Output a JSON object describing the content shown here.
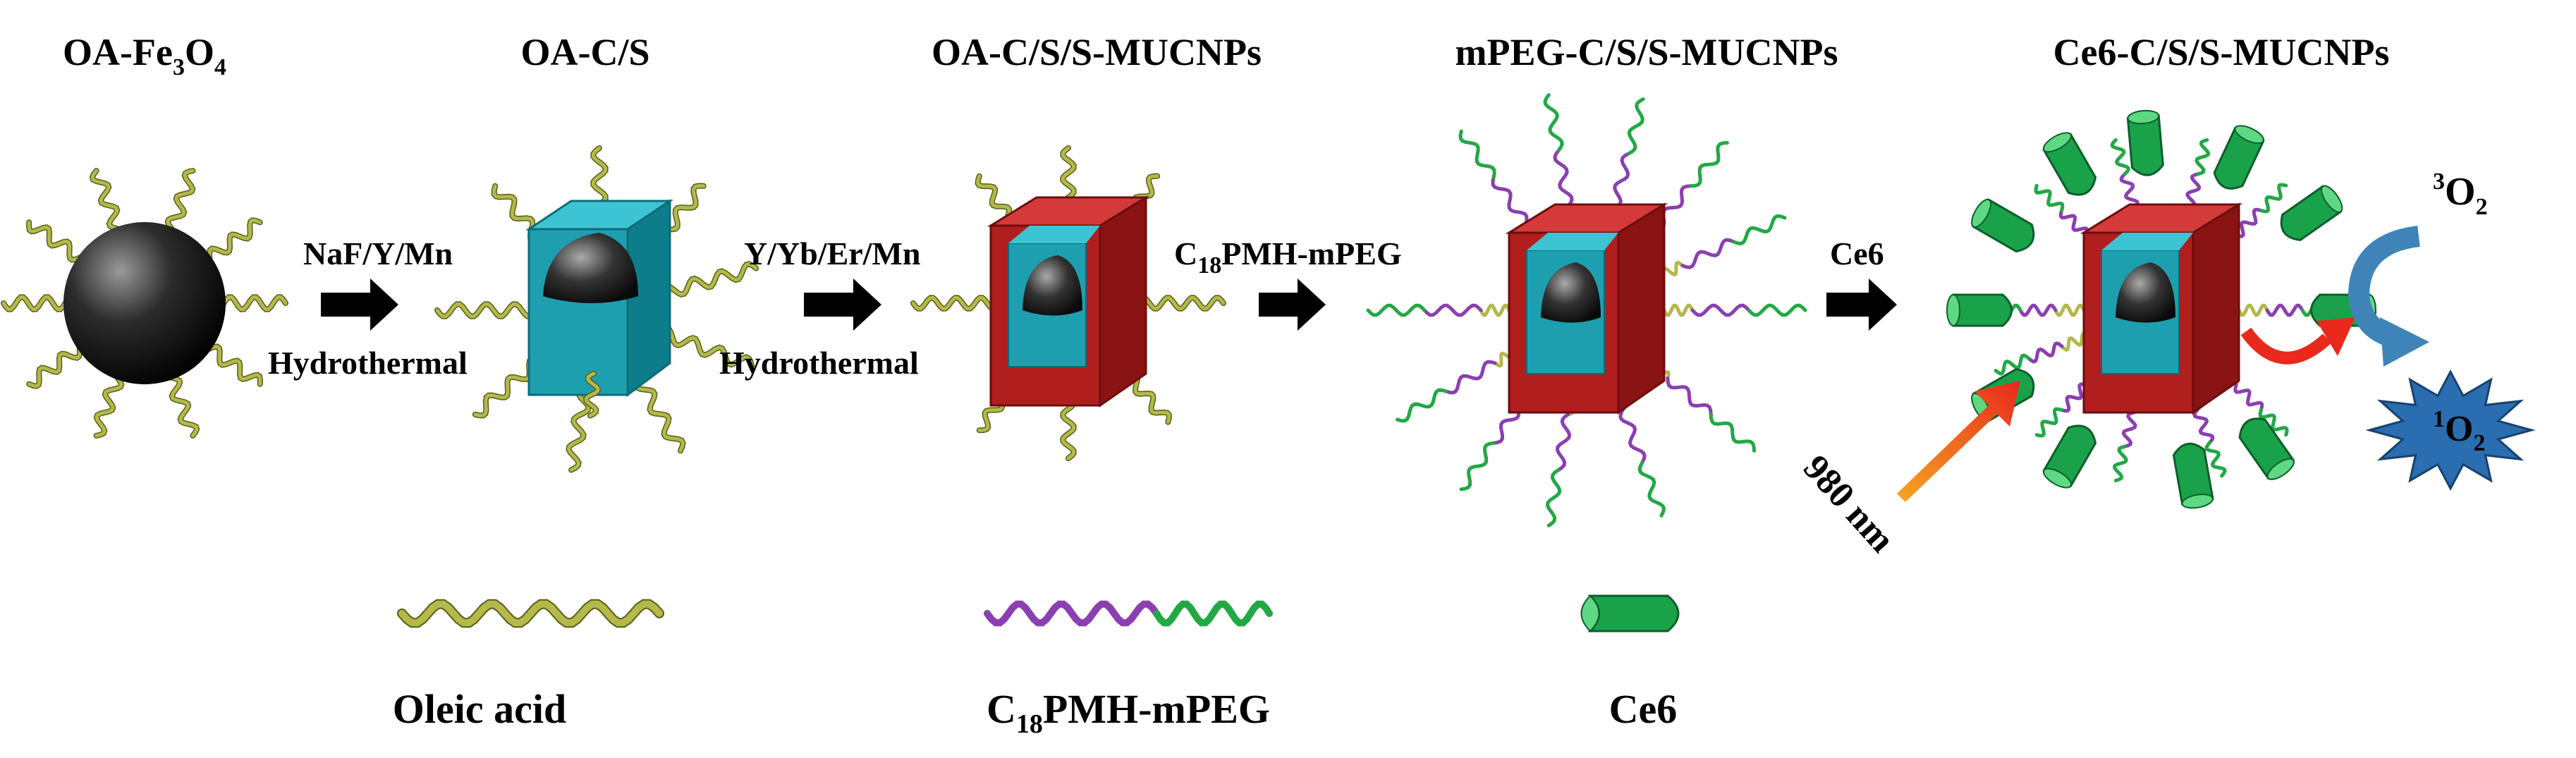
{
  "titles": {
    "t1": {
      "main": "OA-Fe",
      "sub1": "3",
      "mid": "O",
      "sub2": "4"
    },
    "t2": "OA-C/S",
    "t3": "OA-C/S/S-MUCNPs",
    "t4": "mPEG-C/S/S-MUCNPs",
    "t5": "Ce6-C/S/S-MUCNPs"
  },
  "steps": {
    "s1_top": "NaF/Y/Mn",
    "s1_bottom": "Hydrothermal",
    "s2_top": "Y/Yb/Er/Mn",
    "s2_bottom": "Hydrothermal",
    "s3": {
      "pre": "C",
      "sub": "18",
      "post": "PMH-mPEG"
    },
    "s4": "Ce6"
  },
  "oxygen": {
    "triplet": {
      "sup": "3",
      "base": "O",
      "sub": "2"
    },
    "singlet": {
      "sup": "1",
      "base": "O",
      "sub": "2"
    }
  },
  "laser": "980 nm",
  "legend": {
    "oleic": "Oleic acid",
    "peg": {
      "pre": "C",
      "sub": "18",
      "post": "PMH-mPEG"
    },
    "ce6": "Ce6"
  },
  "colors": {
    "oleic": "#b5b84a",
    "peg_purple": "#8b3fb0",
    "peg_green": "#22a845",
    "shell_cyan": "#1d9fb0",
    "shell_red": "#b01e1e",
    "ce6": "#1aa24b",
    "laser": "#e8291c",
    "burst": "#2a6db0",
    "curve_arrow": "#3f84b8"
  }
}
